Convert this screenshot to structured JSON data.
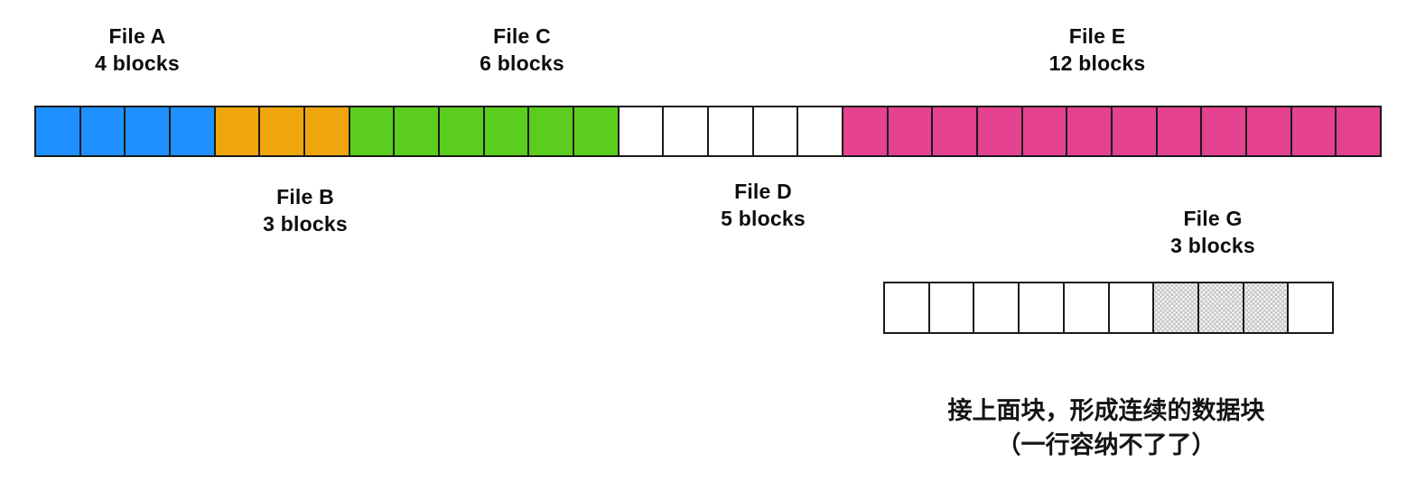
{
  "diagram": {
    "title_text": "",
    "colors": {
      "blue": "#1e90ff",
      "orange": "#efa50c",
      "green": "#5bcd1c",
      "pink": "#e4418e",
      "white": "#ffffff",
      "gray_stipple": "#c9c9c9",
      "outline": "#1a1a1a",
      "text": "#0d0d0d"
    },
    "labels": [
      {
        "name": "File A",
        "blocks": "4 blocks"
      },
      {
        "name": "File B",
        "blocks": "3 blocks"
      },
      {
        "name": "File C",
        "blocks": "6 blocks"
      },
      {
        "name": "File D",
        "blocks": "5 blocks"
      },
      {
        "name": "File E",
        "blocks": "12 blocks"
      },
      {
        "name": "File G",
        "blocks": "3 blocks"
      }
    ],
    "main_row": {
      "total_blocks": 30,
      "segments": [
        {
          "file": "File A",
          "count": 4,
          "fill": "blue"
        },
        {
          "file": "File B",
          "count": 3,
          "fill": "orange"
        },
        {
          "file": "File C",
          "count": 6,
          "fill": "green"
        },
        {
          "file": "File D",
          "count": 5,
          "fill": "white"
        },
        {
          "file": "File E",
          "count": 12,
          "fill": "pink"
        }
      ]
    },
    "continuation_row": {
      "total_blocks": 10,
      "segments": [
        {
          "file": "",
          "count": 6,
          "fill": "white"
        },
        {
          "file": "File G",
          "count": 3,
          "fill": "gray"
        },
        {
          "file": "",
          "count": 1,
          "fill": "white"
        }
      ]
    },
    "caption": {
      "line1": "接上面块，形成连续的数据块",
      "line2": "（一行容纳不了了）"
    }
  }
}
